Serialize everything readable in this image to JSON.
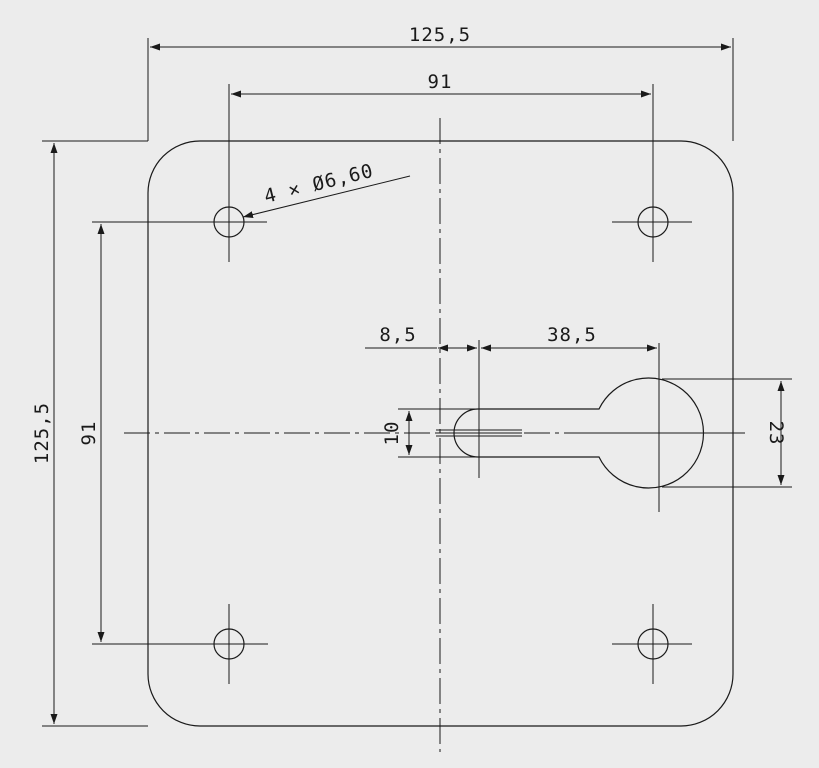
{
  "dimensions": {
    "overall_width": "125,5",
    "hole_spacing_horizontal": "91",
    "overall_height": "125,5",
    "hole_spacing_vertical": "91",
    "hole_callout": "4 × Ø6,60",
    "slot_offset": "8,5",
    "slot_length": "38,5",
    "slot_width": "10",
    "keyhole_diameter": "23"
  },
  "colors": {
    "background": "#ececec",
    "line": "#1a1a1a"
  }
}
